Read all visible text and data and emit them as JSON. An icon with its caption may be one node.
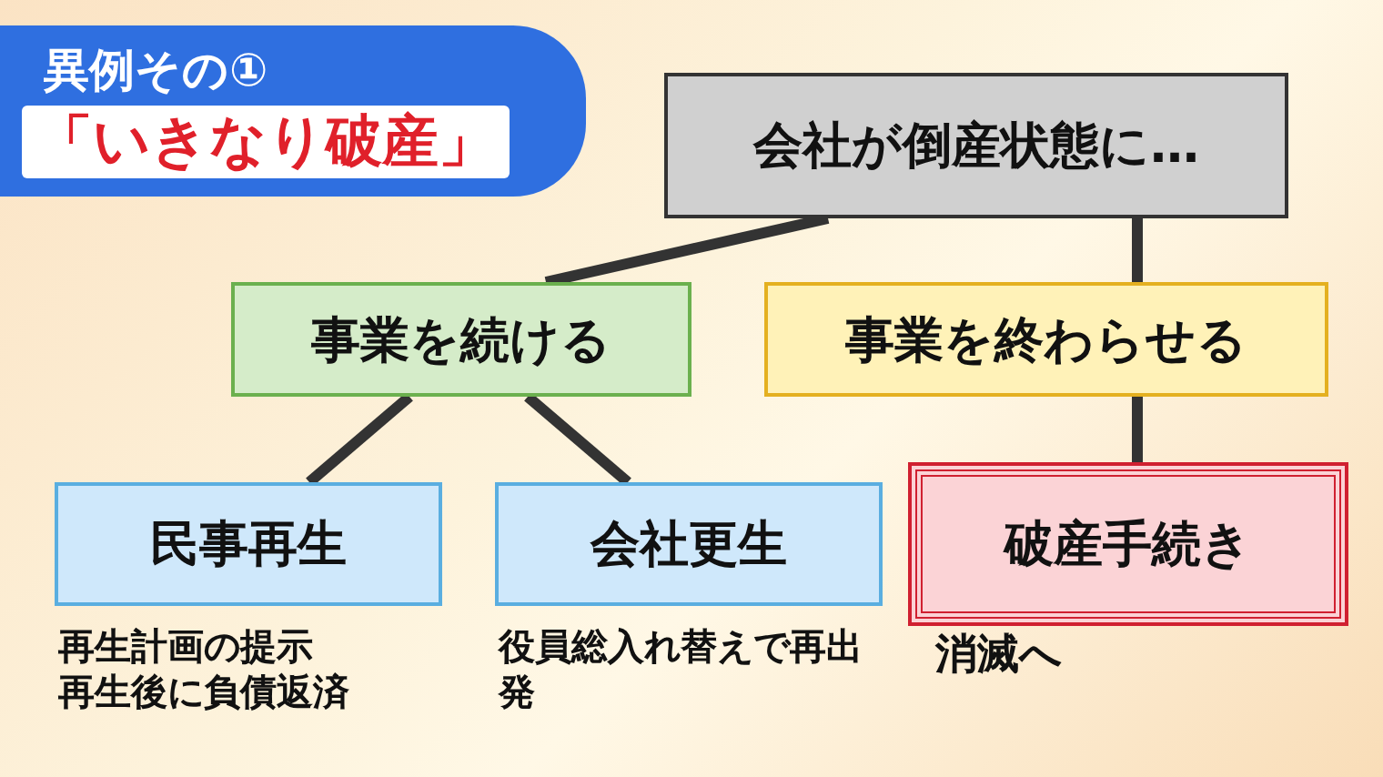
{
  "diagram": {
    "title": "異例その①",
    "nodes": [
      {
        "text": [
          "会社が倒産状態に…"
        ]
      },
      {
        "text": [
          "事業を続ける"
        ]
      },
      {
        "text": [
          "事業を終わらせる"
        ]
      },
      {
        "text": [
          "民事再生"
        ],
        "beside": [
          "再生計画の提示",
          "再生後に負債返済"
        ]
      },
      {
        "text": [
          "会社更生"
        ],
        "beside": [
          "役員総入れ替えで再出発"
        ]
      },
      {
        "text": [
          "破産手続き"
        ],
        "beside": [
          "消滅へ"
        ]
      }
    ],
    "edges": [
      {
        "from": 0,
        "to": 1,
        "arrow": "none"
      },
      {
        "from": 0,
        "to": 2,
        "arrow": "none"
      },
      {
        "from": 1,
        "to": 3,
        "arrow": "none"
      },
      {
        "from": 1,
        "to": 4,
        "arrow": "none"
      },
      {
        "from": 2,
        "to": 5,
        "arrow": "none"
      }
    ],
    "labels": [
      "「いきなり破産」"
    ]
  }
}
